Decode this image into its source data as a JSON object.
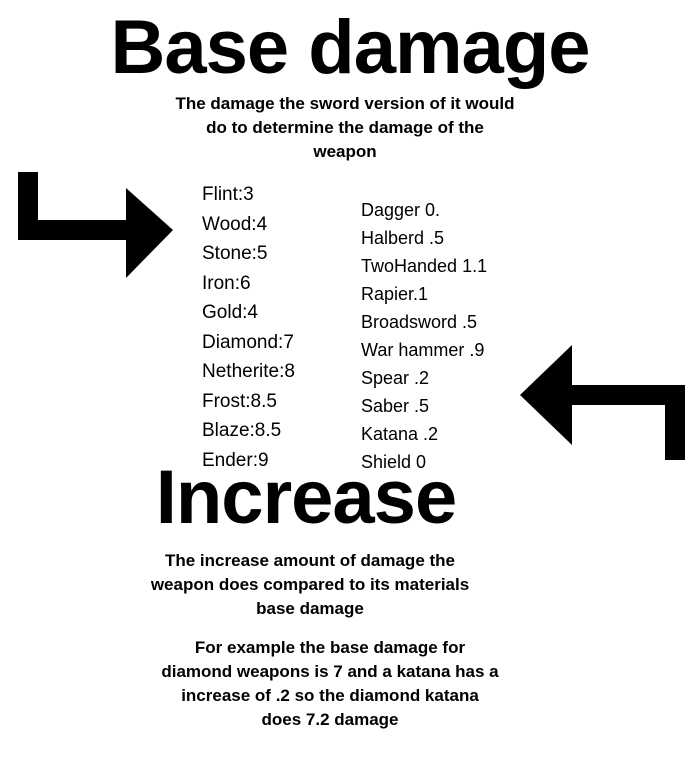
{
  "base_damage": {
    "title": "Base damage",
    "description": "The damage the sword version of it would\ndo to determine the damage of the\nweapon",
    "materials": [
      "Flint:3",
      "Wood:4",
      "Stone:5",
      "Iron:6",
      "Gold:4",
      "Diamond:7",
      "Netherite:8",
      "Frost:8.5",
      "Blaze:8.5",
      "Ender:9"
    ]
  },
  "increase": {
    "title": "Increase",
    "weapons": [
      "Dagger 0.",
      "Halberd .5",
      "TwoHanded 1.1",
      "Rapier.1",
      "Broadsword .5",
      "War hammer .9",
      "Spear .2",
      "Saber .5",
      "Katana .2",
      "Shield 0"
    ],
    "description": "The increase amount of damage the\nweapon does compared to its materials\nbase damage",
    "example": "For example the base damage for\ndiamond weapons is 7 and a katana has a\nincrease of .2 so the diamond katana\ndoes 7.2 damage"
  },
  "icons": {
    "left_arrow": "arrow-turn-right-icon",
    "right_arrow": "arrow-turn-left-icon"
  },
  "colors": {
    "text": "#000000",
    "background": "#ffffff"
  }
}
